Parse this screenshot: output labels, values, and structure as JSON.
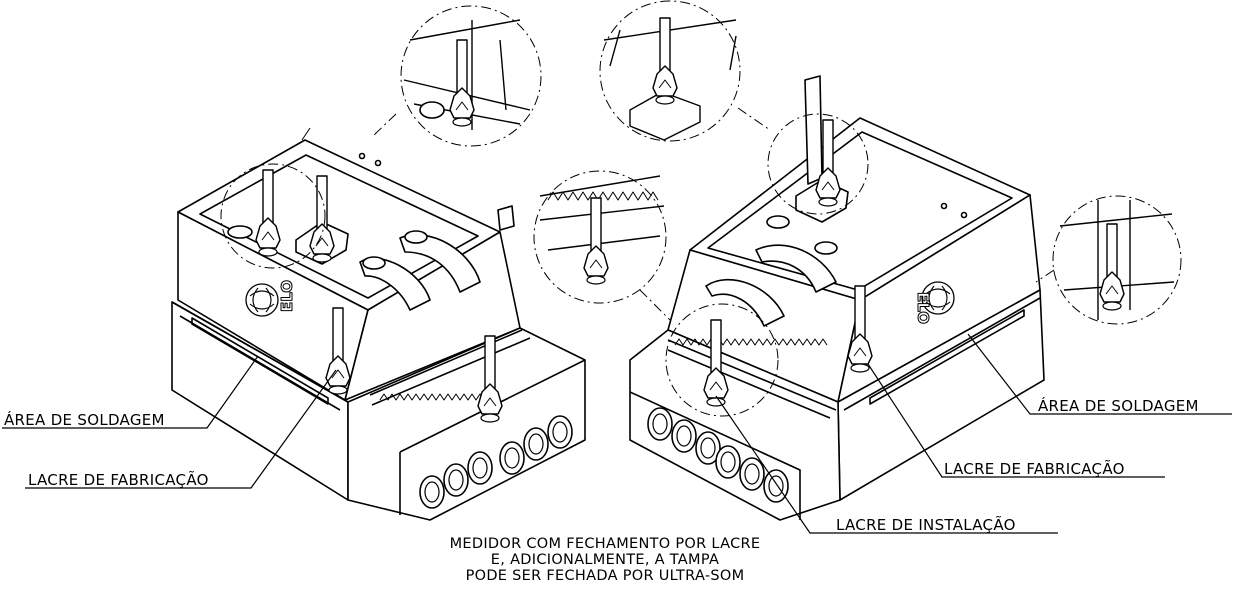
{
  "labels": {
    "left_weld_area": "ÁREA DE SOLDAGEM",
    "left_factory_seal": "LACRE DE FABRICAÇÃO",
    "right_weld_area": "ÁREA DE SOLDAGEM",
    "right_factory_seal": "LACRE DE FABRICAÇÃO",
    "installation_seal": "LACRE DE INSTALAÇÃO"
  },
  "caption": {
    "line1": "MEDIDOR COM FECHAMENTO POR LACRE",
    "line2": "E, ADICIONALMENTE, A TAMPA",
    "line3": "PODE SER FECHADA POR ULTRA-SOM"
  },
  "logo_text": "ELO",
  "colors": {
    "line": "#000000",
    "background": "#ffffff"
  }
}
